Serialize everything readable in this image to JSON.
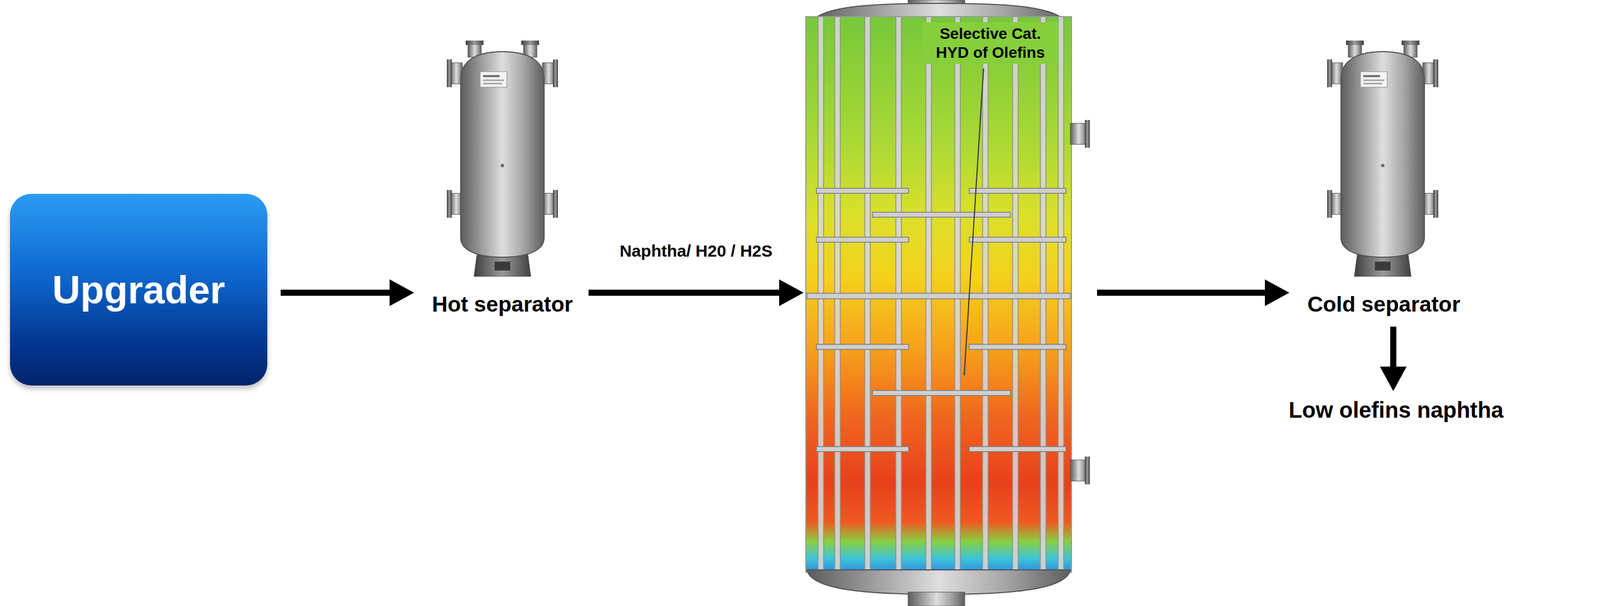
{
  "diagram": {
    "nodes": [
      {
        "text": [
          "Upgrader"
        ]
      },
      {
        "text": [
          "Hot separator"
        ]
      },
      {
        "text": [
          "Selective Cat. HYD of Olefins"
        ]
      },
      {
        "text": [
          "Cold separator"
        ]
      },
      {
        "text": [
          "Low olefins naphtha"
        ]
      }
    ],
    "edges": [
      {
        "from": 0,
        "to": 1,
        "arrow": "to"
      },
      {
        "from": 1,
        "to": 2,
        "label": "Naphtha/ H20 / H2S",
        "arrow": "to"
      },
      {
        "from": 2,
        "to": 3,
        "arrow": "to"
      },
      {
        "from": 3,
        "to": 4,
        "arrow": "to"
      }
    ]
  }
}
